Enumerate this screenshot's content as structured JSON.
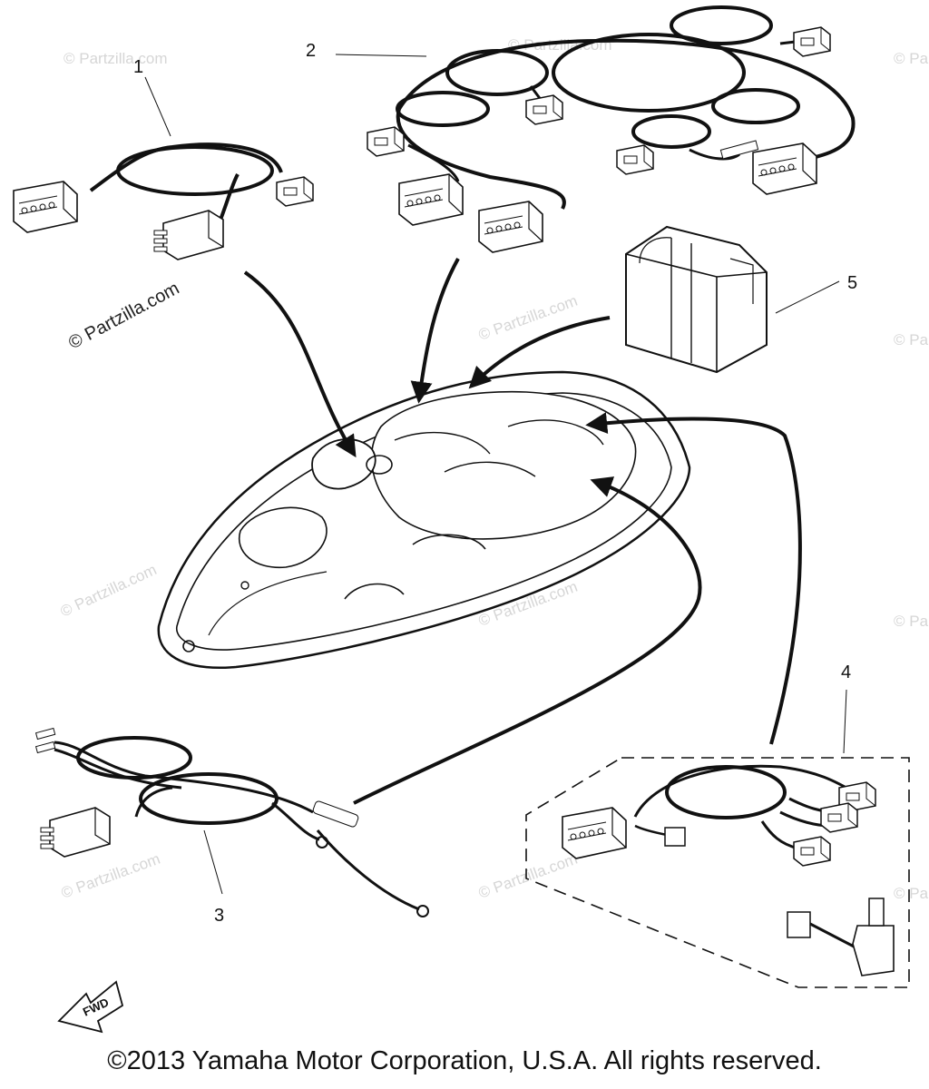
{
  "watermark": "© Partzilla.com",
  "callouts": {
    "c1": "1",
    "c2": "2",
    "c3": "3",
    "c4": "4",
    "c5": "5"
  },
  "fwd_label": "FWD",
  "copyright": "©2013 Yamaha Motor Corporation, U.S.A. All rights reserved."
}
